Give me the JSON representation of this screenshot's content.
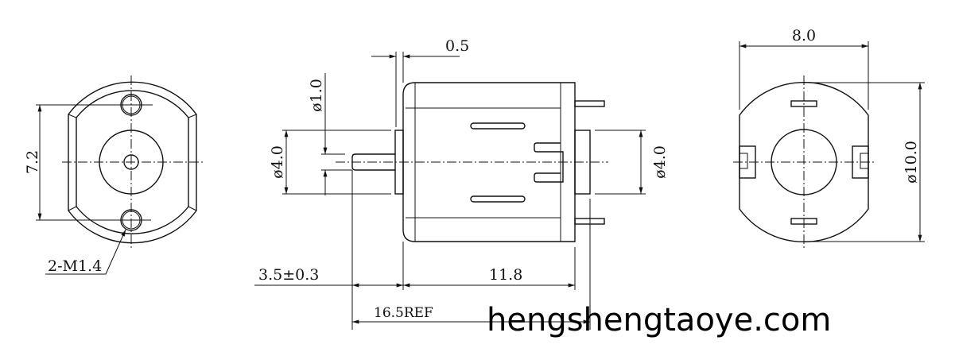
{
  "left_view": {
    "pitch_dim": "7.2",
    "hole_callout": "2-M1.4"
  },
  "side_view": {
    "flange_dim": "0.5",
    "shaft_dia": "ø1.0",
    "front_boss_dia": "ø4.0",
    "rear_boss_dia": "ø4.0",
    "shaft_length": "3.5±0.3",
    "body_length": "11.8",
    "overall_length": "16.5REF"
  },
  "right_view": {
    "width_dim": "8.0",
    "body_dia": "ø10.0"
  },
  "watermark": "hengshengtaoye.com"
}
